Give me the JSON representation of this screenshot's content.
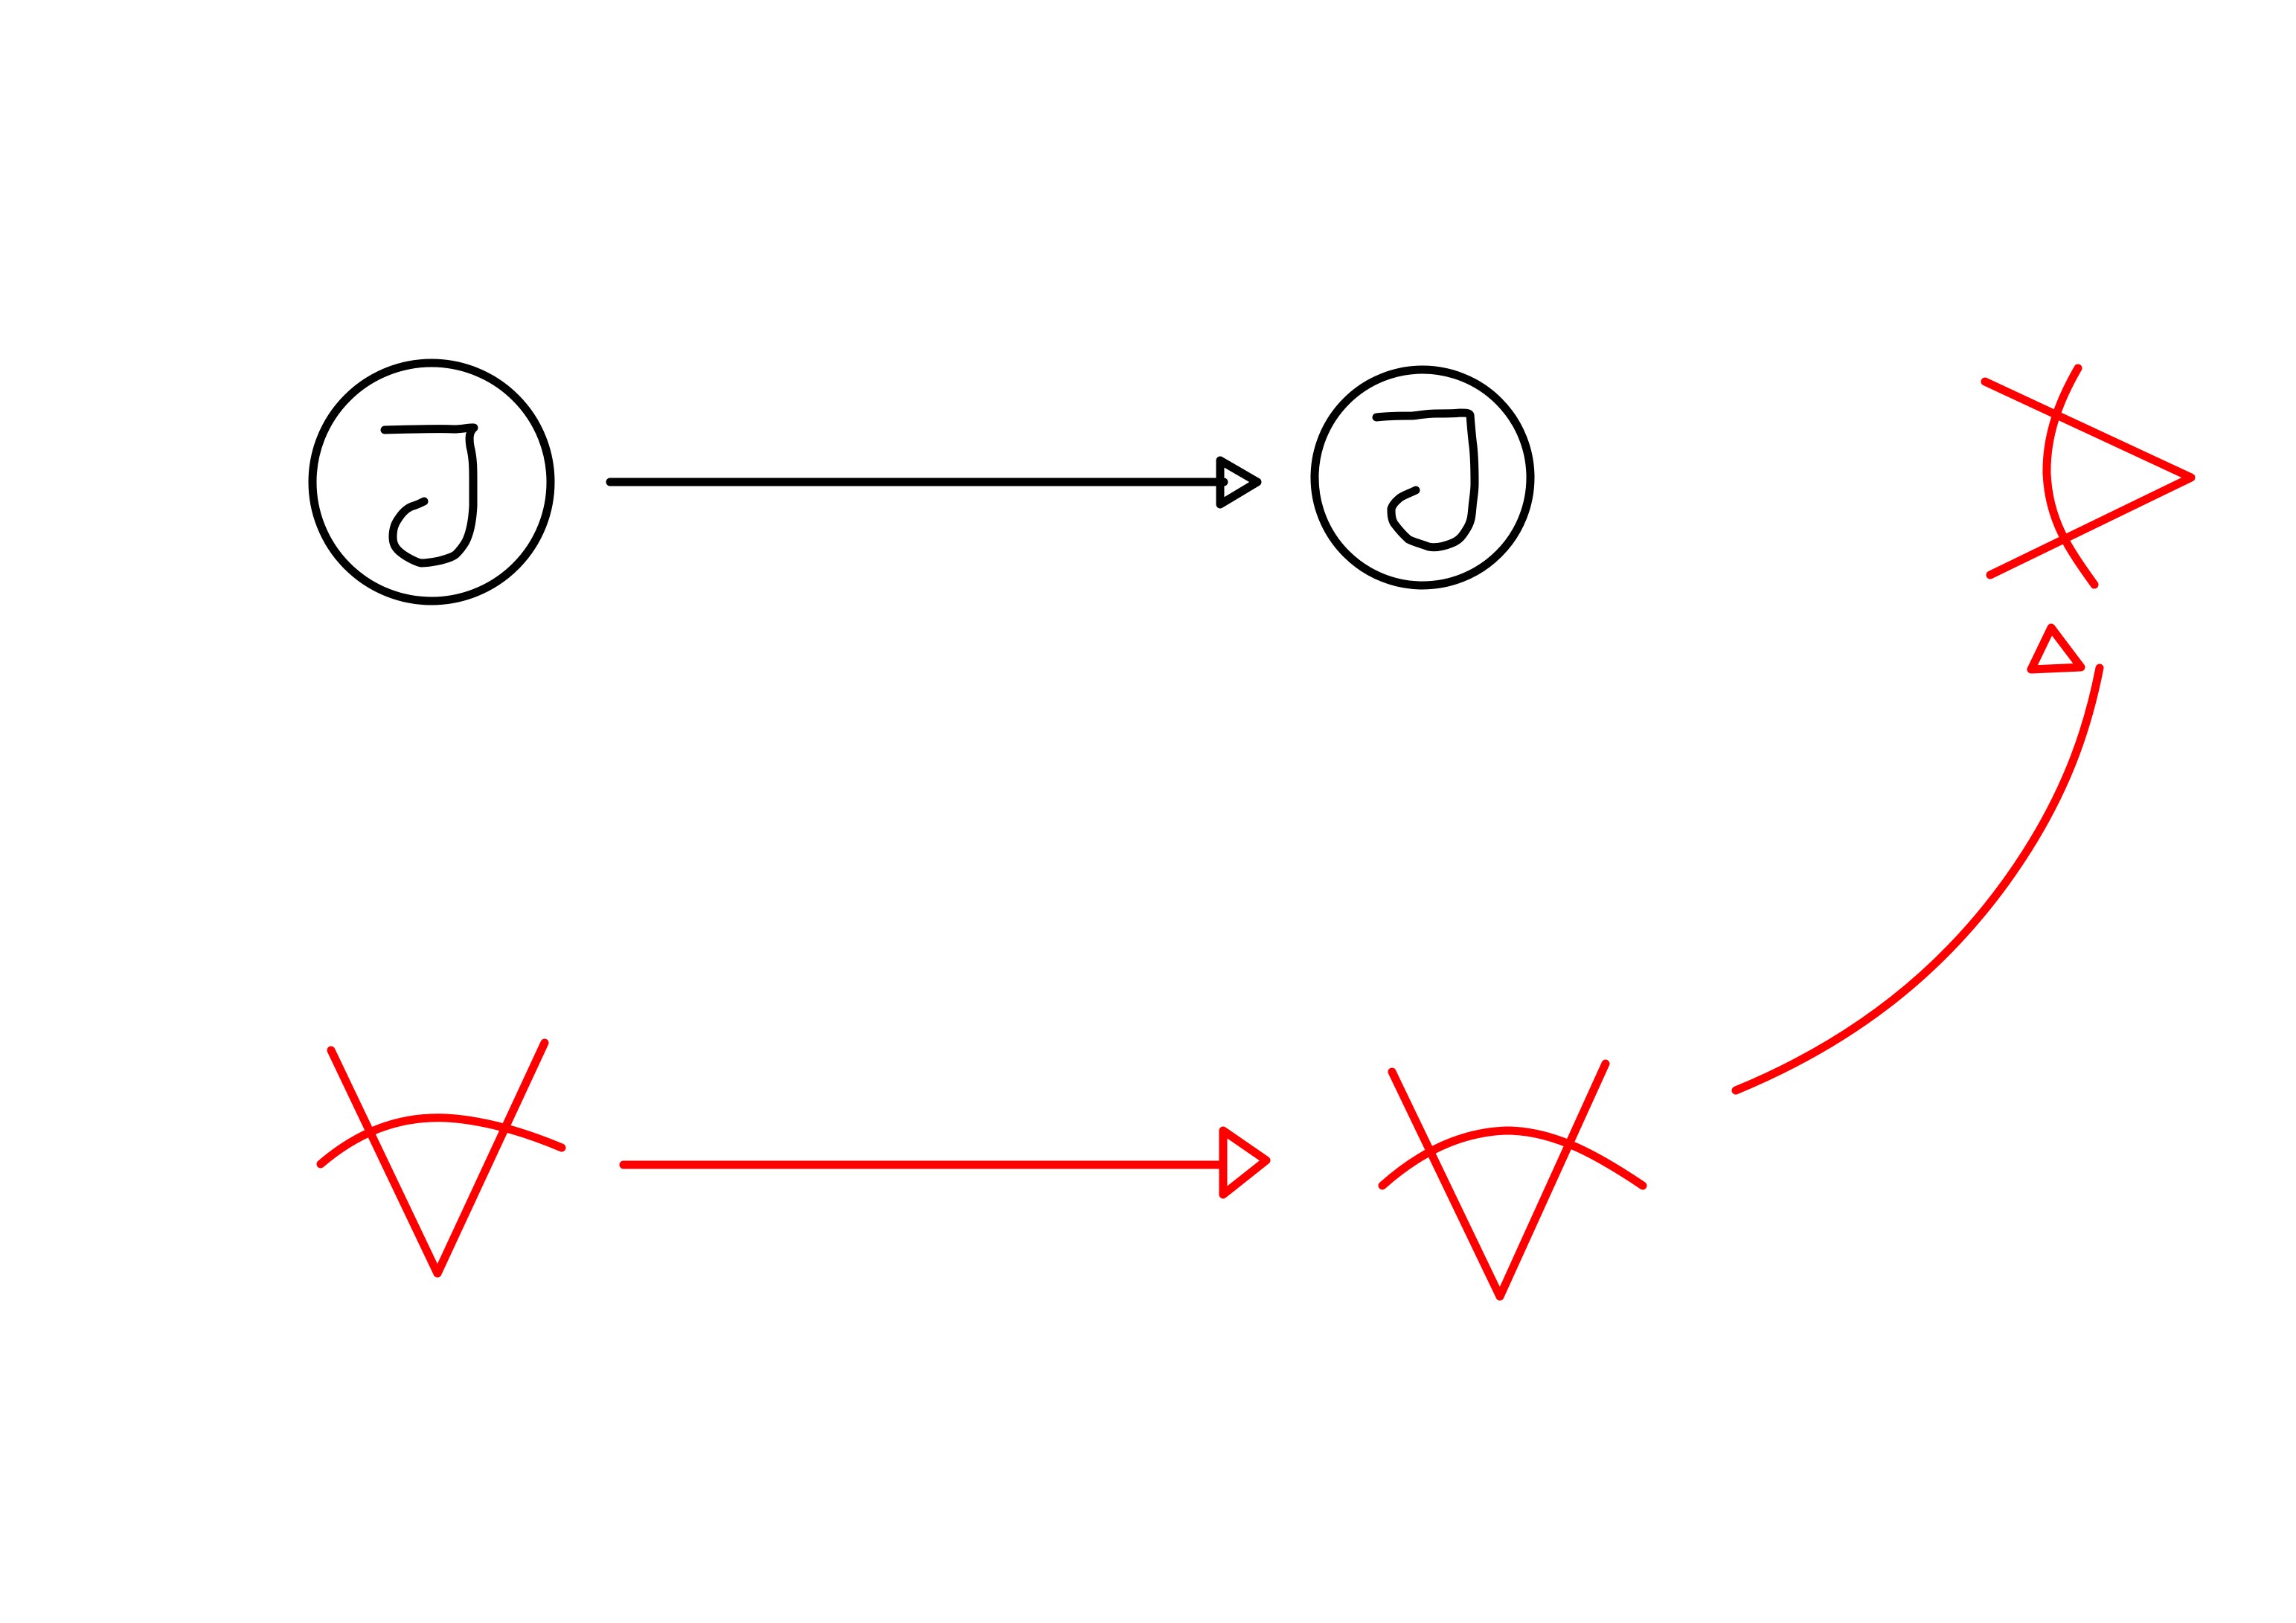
{
  "colors": {
    "background": "#ffffff",
    "source_row": "#000000",
    "target_row": "#ff0000"
  },
  "diagram": {
    "top_row": [
      {
        "node": "circled-hook-glyph-start",
        "glyph": "ɢ"
      },
      {
        "edge": "straight-arrow"
      },
      {
        "node": "circled-hook-glyph-end",
        "glyph": "ɢ"
      }
    ],
    "bottom_row": [
      {
        "node": "crossed-v-glyph-start"
      },
      {
        "edge": "straight-arrow"
      },
      {
        "node": "crossed-v-glyph-end"
      },
      {
        "edge": "curved-arrow"
      },
      {
        "node": "rotated-crossed-v-glyph"
      }
    ]
  }
}
